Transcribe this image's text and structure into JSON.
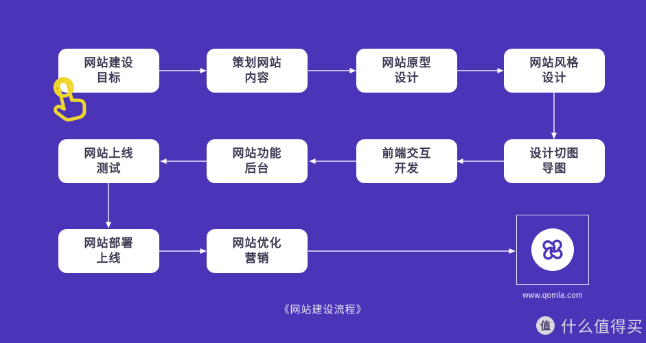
{
  "caption": "《网站建设流程》",
  "flow": {
    "nodes": [
      {
        "id": "goal",
        "line1": "网站建设",
        "line2": "目标"
      },
      {
        "id": "plan",
        "line1": "策划网站",
        "line2": "内容"
      },
      {
        "id": "prototype",
        "line1": "网站原型",
        "line2": "设计"
      },
      {
        "id": "style",
        "line1": "网站风格",
        "line2": "设计"
      },
      {
        "id": "test",
        "line1": "网站上线",
        "line2": "测试"
      },
      {
        "id": "backend",
        "line1": "网站功能",
        "line2": "后台"
      },
      {
        "id": "frontend",
        "line1": "前端交互",
        "line2": "开发"
      },
      {
        "id": "slicing",
        "line1": "设计切图",
        "line2": "导图"
      },
      {
        "id": "deploy",
        "line1": "网站部署",
        "line2": "上线"
      },
      {
        "id": "marketing",
        "line1": "网站优化",
        "line2": "营销"
      }
    ],
    "edges": [
      [
        "goal",
        "plan"
      ],
      [
        "plan",
        "prototype"
      ],
      [
        "prototype",
        "style"
      ],
      [
        "style",
        "slicing"
      ],
      [
        "slicing",
        "frontend"
      ],
      [
        "frontend",
        "backend"
      ],
      [
        "backend",
        "test"
      ],
      [
        "test",
        "deploy"
      ],
      [
        "deploy",
        "marketing"
      ],
      [
        "marketing",
        "qomla-logo"
      ]
    ]
  },
  "logo": {
    "icon": "qomla-clover-logo",
    "url_text": "www.qomla.com"
  },
  "watermark": {
    "badge_char": "值",
    "text": "什么值得买"
  },
  "cursor": {
    "icon": "tap-hand-cursor"
  },
  "colors": {
    "background": "#4B34B8",
    "node_background": "#FFFFFF",
    "node_text": "#3C3A52",
    "connector": "#EDEAFB",
    "cursor_yellow": "#EED52F",
    "logo_purple": "#4B34B8",
    "watermark_gray": "#D9D8E0"
  }
}
